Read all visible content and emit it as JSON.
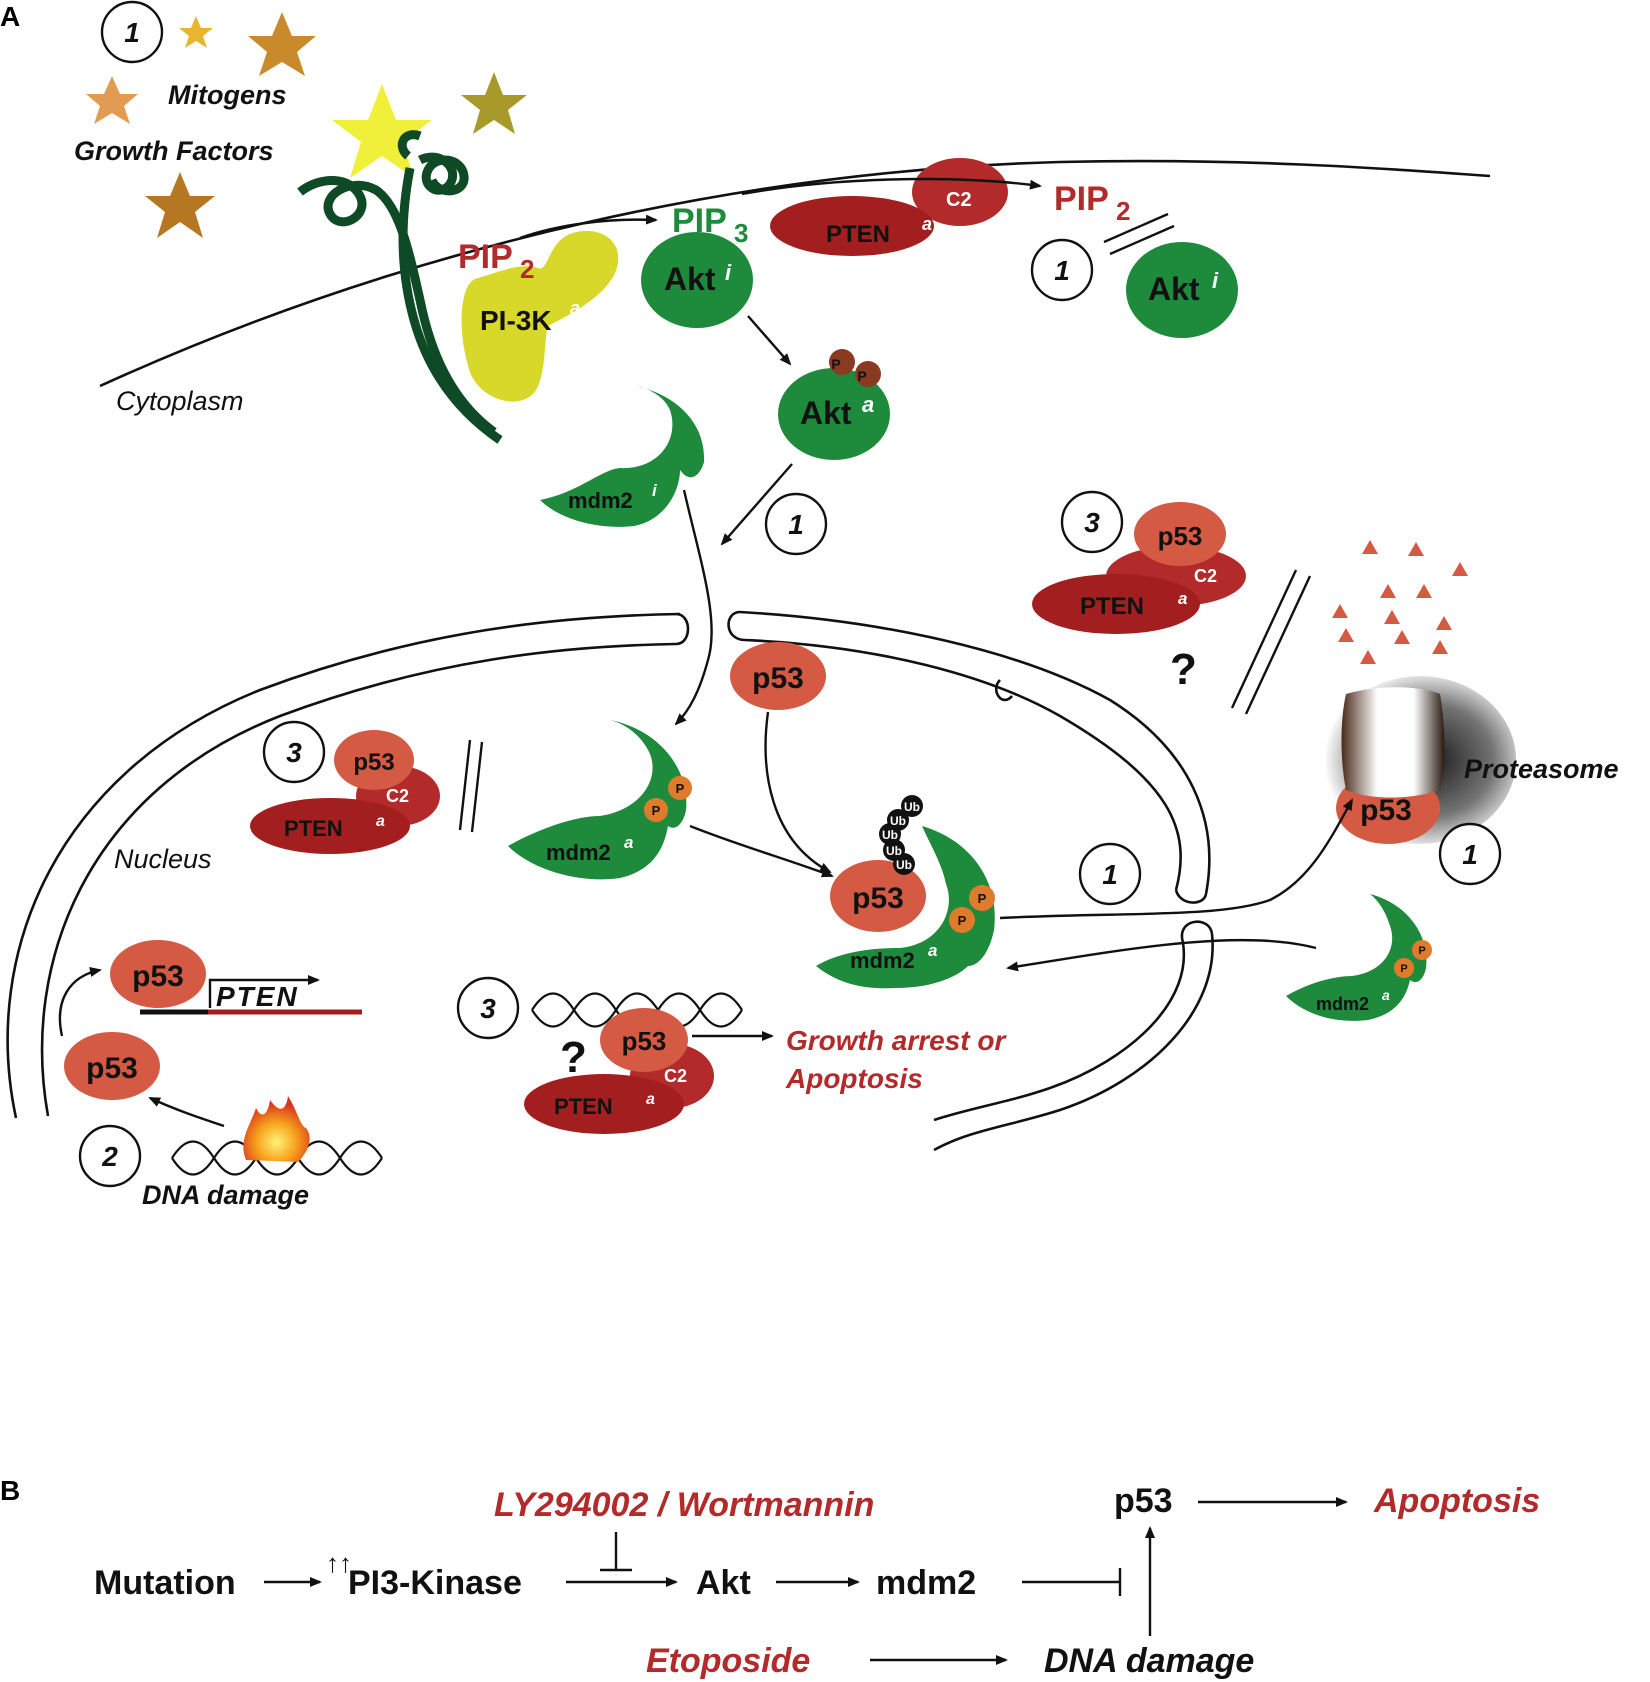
{
  "panel_a": {
    "letter": "A",
    "mitogens": "Mitogens",
    "growth_factors": "Growth Factors",
    "cytoplasm": "Cytoplasm",
    "nucleus": "Nucleus",
    "pip2_main": "PIP",
    "pip2_sub": "2",
    "pip3_main": "PIP",
    "pip3_sub": "3",
    "pip2b_main": "PIP",
    "pip2b_sub": "2",
    "pi3k": "PI-3K",
    "sup_a": "a",
    "sup_i": "i",
    "akt": "Akt",
    "pten": "PTEN",
    "c2": "C2",
    "p": "P",
    "p53": "p53",
    "mdm2": "mdm2",
    "ub": "Ub",
    "proteasome": "Proteasome",
    "question": "?",
    "pten_gene": "PTEN",
    "growth_arrest": "Growth arrest or",
    "apoptosis": "Apoptosis",
    "dna_damage": "DNA damage",
    "step1": "1",
    "step2": "2",
    "step3": "3",
    "colors": {
      "red": "#b22a2a",
      "green": "#1e8a3c",
      "salmon": "#d45a44",
      "pten_dark": "#a31f1f",
      "yellow": "#d8d82a",
      "orange_p": "#e07b2c"
    }
  },
  "panel_b": {
    "letter": "B",
    "mutation": "Mutation",
    "up_arrows": "↑↑",
    "pi3_kinase": "PI3-Kinase",
    "inhibitors": "LY294002 / Wortmannin",
    "akt": "Akt",
    "mdm2": "mdm2",
    "p53": "p53",
    "apoptosis": "Apoptosis",
    "etoposide": "Etoposide",
    "dna_damage": "DNA damage"
  }
}
